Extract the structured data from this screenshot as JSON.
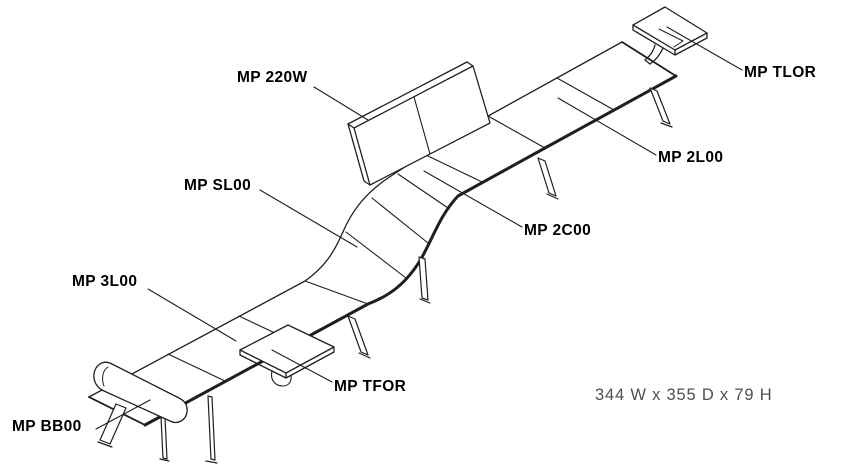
{
  "diagram": {
    "type": "isometric-line-drawing",
    "subject": "modular bench seating configuration with callout part codes",
    "labels": [
      {
        "id": "mp-220w",
        "text": "MP 220W",
        "part": "backrest panel"
      },
      {
        "id": "mp-tlor",
        "text": "MP TLOR",
        "part": "laptop table right"
      },
      {
        "id": "mp-2l00",
        "text": "MP 2L00",
        "part": "2-seat bench"
      },
      {
        "id": "mp-2c00",
        "text": "MP 2C00",
        "part": "2-seat bench center"
      },
      {
        "id": "mp-sl00",
        "text": "MP SL00",
        "part": "s-curve bench"
      },
      {
        "id": "mp-3l00",
        "text": "MP 3L00",
        "part": "3-seat bench"
      },
      {
        "id": "mp-tfor",
        "text": "MP TFOR",
        "part": "tray table"
      },
      {
        "id": "mp-bb00",
        "text": "MP BB00",
        "part": "bolster cushion"
      }
    ],
    "dimensions_text": "344 W x 355 D x 79 H",
    "colors": {
      "line": "#1f1f1f",
      "label": "#000000",
      "dimensions": "#4f4f4f",
      "background": "#ffffff"
    }
  }
}
